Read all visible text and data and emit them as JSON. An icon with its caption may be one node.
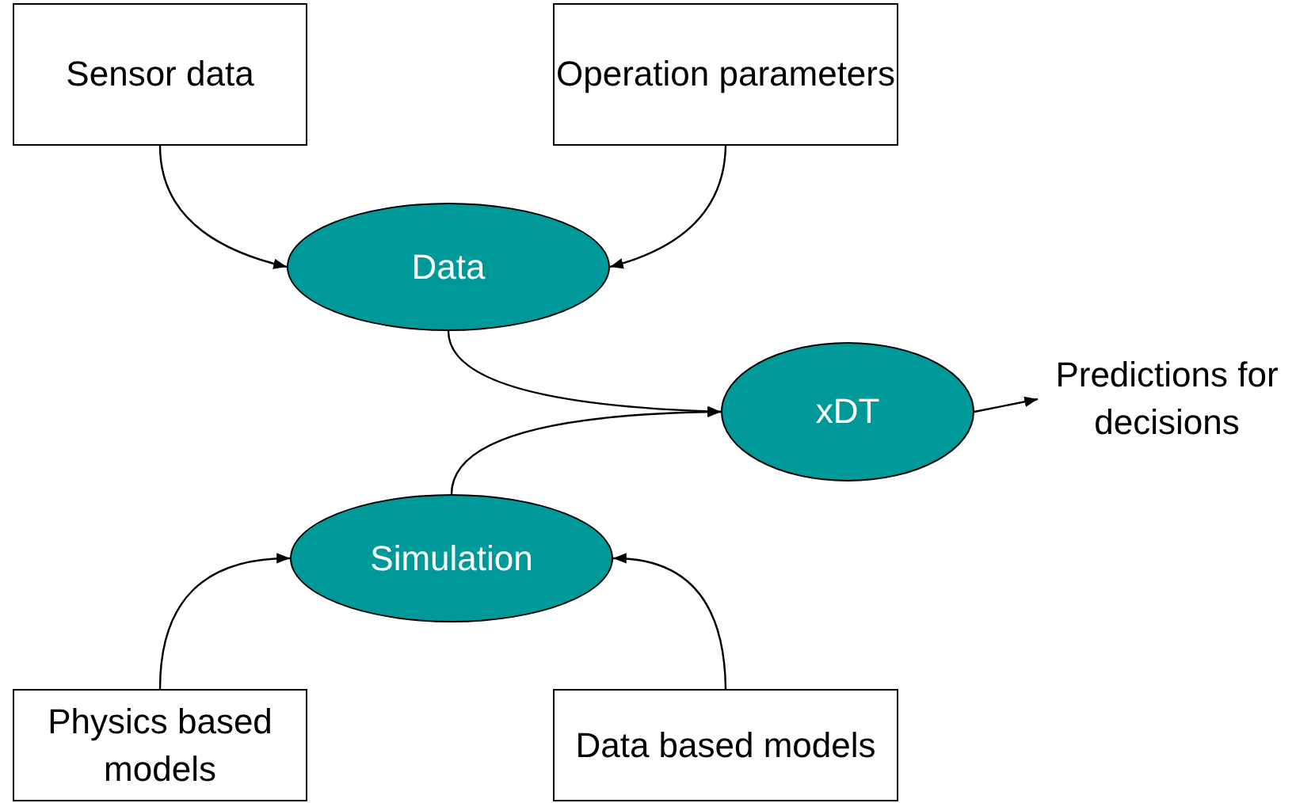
{
  "diagram": {
    "nodes": [
      {
        "text": [
          "Sensor data"
        ]
      },
      {
        "text": [
          "Operation parameters"
        ]
      },
      {
        "text": [
          "Data"
        ]
      },
      {
        "text": [
          "xDT"
        ]
      },
      {
        "text": [
          "Predictions for decisions"
        ]
      },
      {
        "text": [
          "Simulation"
        ]
      },
      {
        "text": [
          "Physics based models"
        ]
      },
      {
        "text": [
          "Data based models"
        ]
      }
    ],
    "edges": [
      {
        "from": 0,
        "to": 2,
        "arrow": "to"
      },
      {
        "from": 1,
        "to": 2,
        "arrow": "to"
      },
      {
        "from": 2,
        "to": 3,
        "arrow": "to"
      },
      {
        "from": 5,
        "to": 3,
        "arrow": "to"
      },
      {
        "from": 3,
        "to": 4,
        "arrow": "to"
      },
      {
        "from": 6,
        "to": 5,
        "arrow": "to"
      },
      {
        "from": 7,
        "to": 5,
        "arrow": "to"
      }
    ]
  }
}
